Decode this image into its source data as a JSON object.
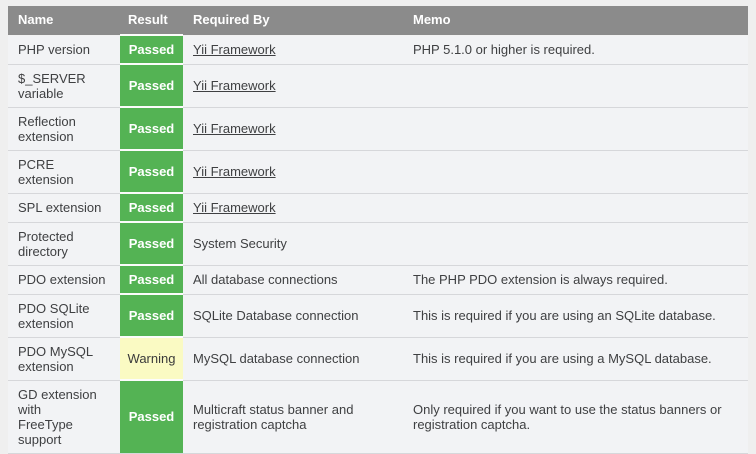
{
  "colors": {
    "passed_bg": "#54b354",
    "warning_bg": "#fafac3",
    "header_bg": "#8b8b8b",
    "row_bg": "#f2f3f5",
    "page_bg": "#efefef"
  },
  "table": {
    "columns": [
      {
        "label": "Name"
      },
      {
        "label": "Result"
      },
      {
        "label": "Required By"
      },
      {
        "label": "Memo"
      }
    ],
    "rows": [
      {
        "name": "PHP version",
        "result": "Passed",
        "status": "passed",
        "required_by": "Yii Framework",
        "required_by_is_link": true,
        "memo": "PHP 5.1.0 or higher is required."
      },
      {
        "name": "$_SERVER\nvariable",
        "result": "Passed",
        "status": "passed",
        "required_by": "Yii Framework",
        "required_by_is_link": true,
        "memo": ""
      },
      {
        "name": "Reflection\nextension",
        "result": "Passed",
        "status": "passed",
        "required_by": "Yii Framework",
        "required_by_is_link": true,
        "memo": ""
      },
      {
        "name": "PCRE extension",
        "result": "Passed",
        "status": "passed",
        "required_by": "Yii Framework",
        "required_by_is_link": true,
        "memo": ""
      },
      {
        "name": "SPL extension",
        "result": "Passed",
        "status": "passed",
        "required_by": "Yii Framework",
        "required_by_is_link": true,
        "memo": ""
      },
      {
        "name": "Protected\ndirectory",
        "result": "Passed",
        "status": "passed",
        "required_by": "System Security",
        "required_by_is_link": false,
        "memo": ""
      },
      {
        "name": "PDO extension",
        "result": "Passed",
        "status": "passed",
        "required_by": "All database connections",
        "required_by_is_link": false,
        "memo": "The PHP PDO extension is always required."
      },
      {
        "name": "PDO SQLite\nextension",
        "result": "Passed",
        "status": "passed",
        "required_by": "SQLite Database connection",
        "required_by_is_link": false,
        "memo": "This is required if you are using an SQLite database."
      },
      {
        "name": "PDO MySQL\nextension",
        "result": "Warning",
        "status": "warning",
        "required_by": "MySQL database connection",
        "required_by_is_link": false,
        "memo": "This is required if you are using a MySQL database."
      },
      {
        "name": "GD extension\nwith\nFreeType\nsupport",
        "result": "Passed",
        "status": "passed",
        "required_by": "Multicraft status banner and\nregistration captcha",
        "required_by_is_link": false,
        "memo": "Only required if you want to use the status banners or\nregistration captcha."
      }
    ]
  }
}
